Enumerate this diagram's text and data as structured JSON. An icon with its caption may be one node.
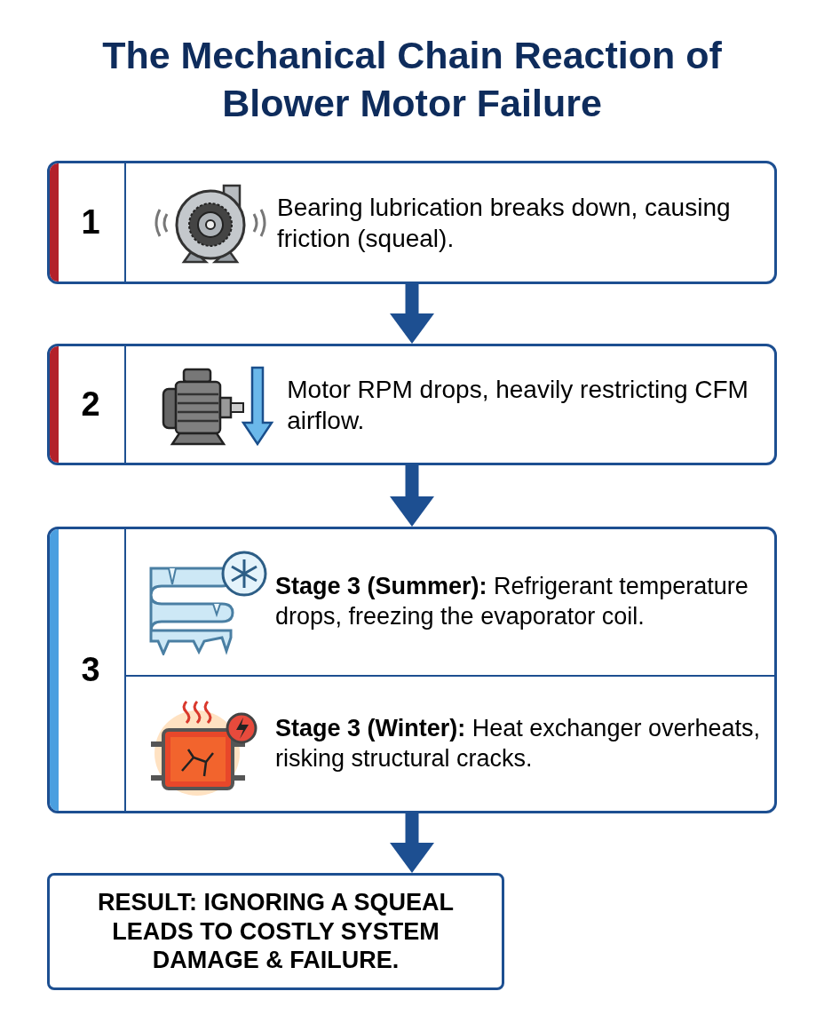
{
  "diagram": {
    "title": "The Mechanical Chain Reaction of Blower Motor Failure",
    "nodes": [
      {
        "text": [
          "1",
          "Bearing lubrication breaks down, causing friction (squeal)."
        ]
      },
      {
        "text": [
          "2",
          "Motor RPM drops, heavily restricting CFM airflow."
        ]
      },
      {
        "text": [
          "3"
        ]
      },
      {
        "text": [
          "**Stage 3 (Summer):** Refrigerant temperature drops, freezing the evaporator coil."
        ],
        "in": 2
      },
      {
        "text": [
          "**Stage 3 (Winter):** Heat exchanger overheats, risking structural cracks."
        ],
        "in": 2
      },
      {
        "text": [
          "RESULT: IGNORING A SQUEAL LEADS TO COSTLY SYSTEM DAMAGE & FAILURE."
        ]
      }
    ],
    "edges": [
      {
        "from": 0,
        "to": 1,
        "arrow": "to"
      },
      {
        "from": 1,
        "to": 2,
        "arrow": "to"
      },
      {
        "from": 2,
        "to": 5,
        "arrow": "to"
      }
    ]
  }
}
